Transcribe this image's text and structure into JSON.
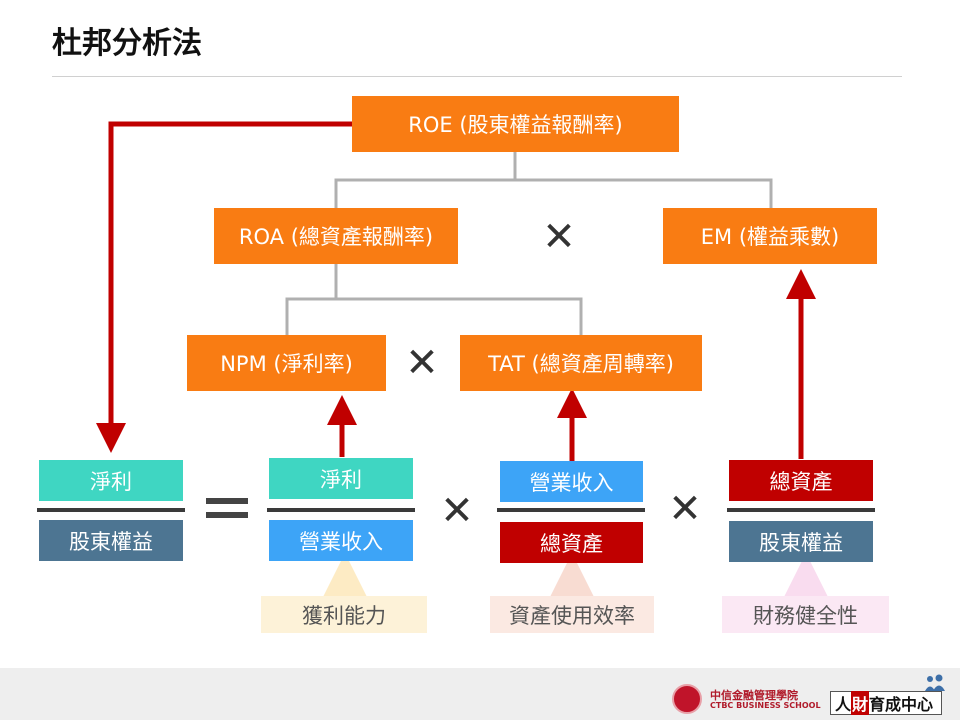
{
  "page": {
    "title": "杜邦分析法"
  },
  "top": {
    "roe": "ROE (股東權益報酬率)",
    "roa": "ROA (總資產報酬率)",
    "em": "EM (權益乘數)",
    "npm": "NPM (淨利率)",
    "tat": "TAT (總資產周轉率)",
    "times_symbol": "✕"
  },
  "formula": {
    "lhs": {
      "numerator": "淨利",
      "denominator": "股東權益"
    },
    "equals_symbol": "=",
    "times_symbol": "✕",
    "f1": {
      "numerator": "淨利",
      "denominator": "營業收入"
    },
    "f2": {
      "numerator": "營業收入",
      "denominator": "總資產"
    },
    "f3": {
      "numerator": "總資產",
      "denominator": "股東權益"
    }
  },
  "labels": {
    "profit": "獲利能力",
    "efficiency": "資產使用效率",
    "health": "財務健全性"
  },
  "footer": {
    "org_cn": "中信金融管理學院",
    "org_en": "CTBC BUSINESS SCHOOL",
    "brand_a": "人",
    "brand_b": "財",
    "brand_c": "育成中心"
  },
  "colors": {
    "orange": "#f97c13",
    "teal": "#3fd6c2",
    "slate": "#4d7592",
    "blue": "#3da4f7",
    "red": "#c00000",
    "connector_gray": "#b0b0b0"
  }
}
